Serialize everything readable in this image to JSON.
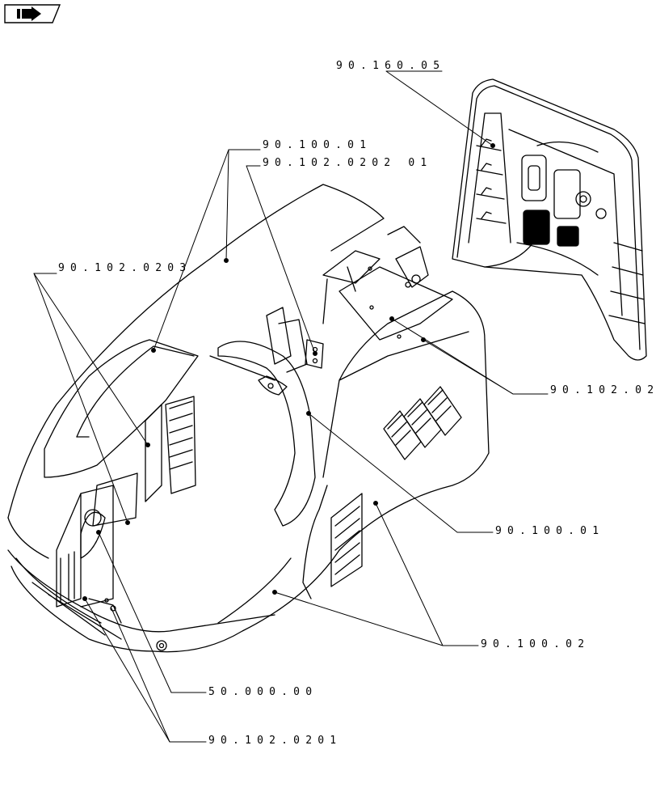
{
  "callouts": {
    "hood_top_right": "90.160.05",
    "hood_main_upper": "90.100.01",
    "hinge_bracket": "90.102.0202 01",
    "grille_left": "90.102.0203",
    "frame_right": "90.102.02",
    "hood_main_mid": "90.100.01",
    "side_panel": "90.100.02",
    "lower_assembly": "50.000.00",
    "front_lower": "90.102.0201"
  },
  "icons": {
    "nav": "arrow-right-icon"
  },
  "colors": {
    "line": "#000000",
    "background": "#ffffff"
  }
}
